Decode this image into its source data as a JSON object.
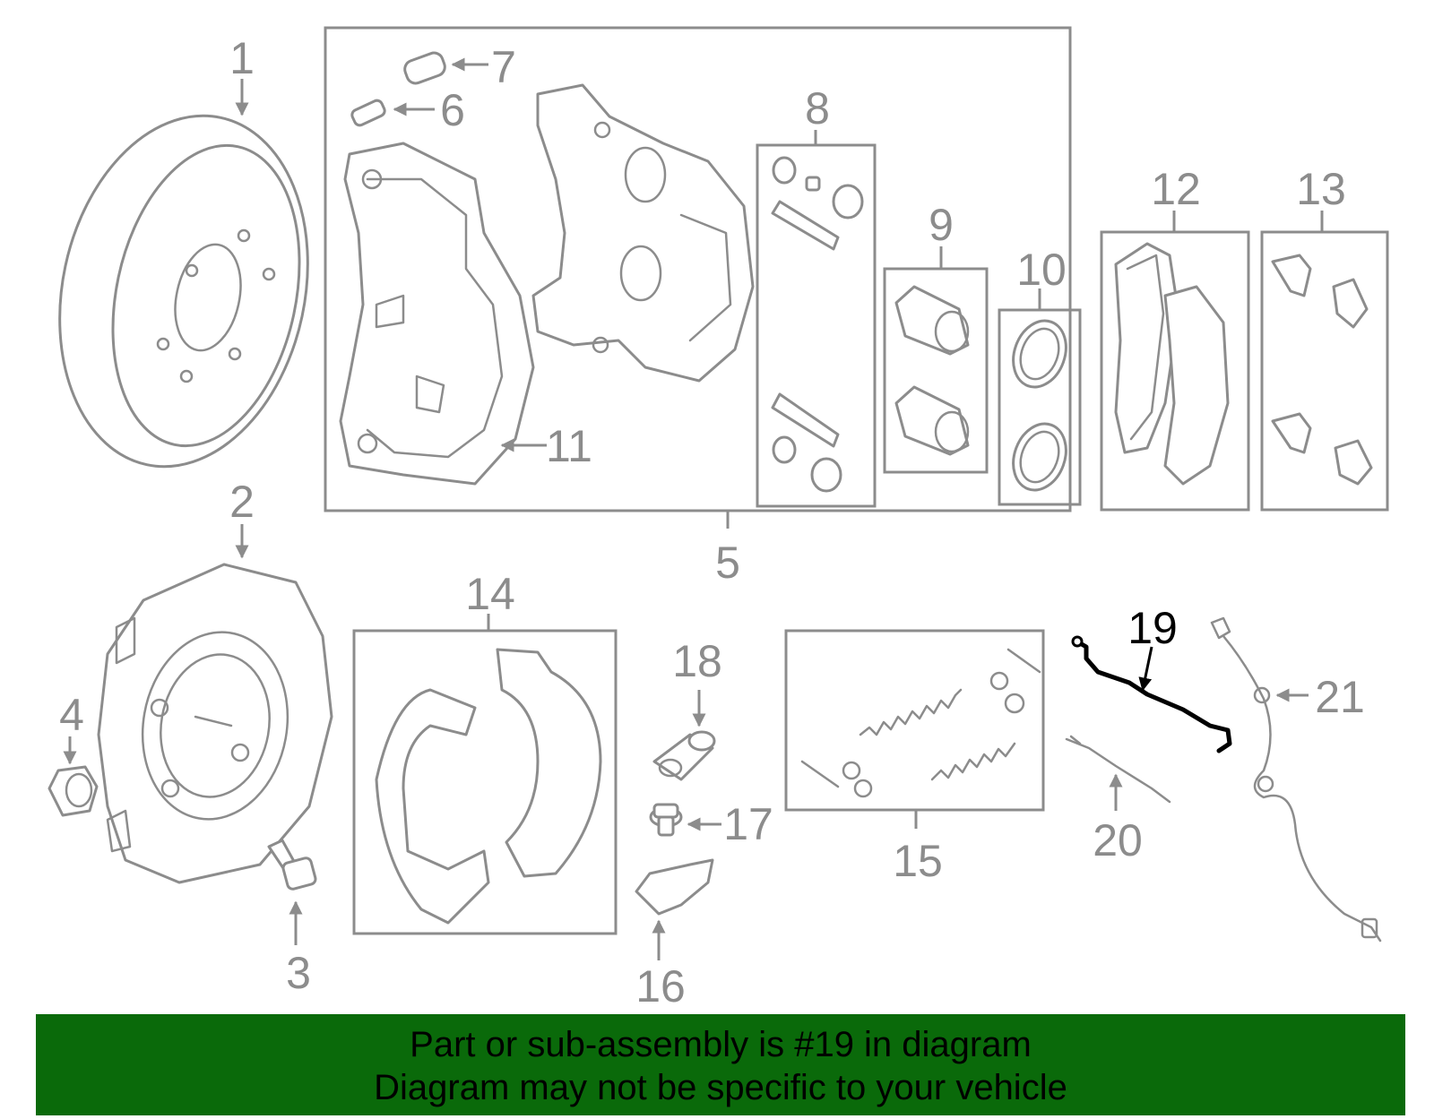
{
  "diagram": {
    "callouts": [
      "1",
      "2",
      "3",
      "4",
      "5",
      "6",
      "7",
      "8",
      "9",
      "10",
      "11",
      "12",
      "13",
      "14",
      "15",
      "16",
      "17",
      "18",
      "19",
      "20",
      "21"
    ],
    "highlighted_callout": "19",
    "highlight_color": "#000000",
    "part_color": "#8c8c8c"
  },
  "footer": {
    "line1": "Part or sub-assembly is #19 in diagram",
    "line2": "Diagram may not be specific to your vehicle",
    "background_color": "#0a6a0a"
  }
}
